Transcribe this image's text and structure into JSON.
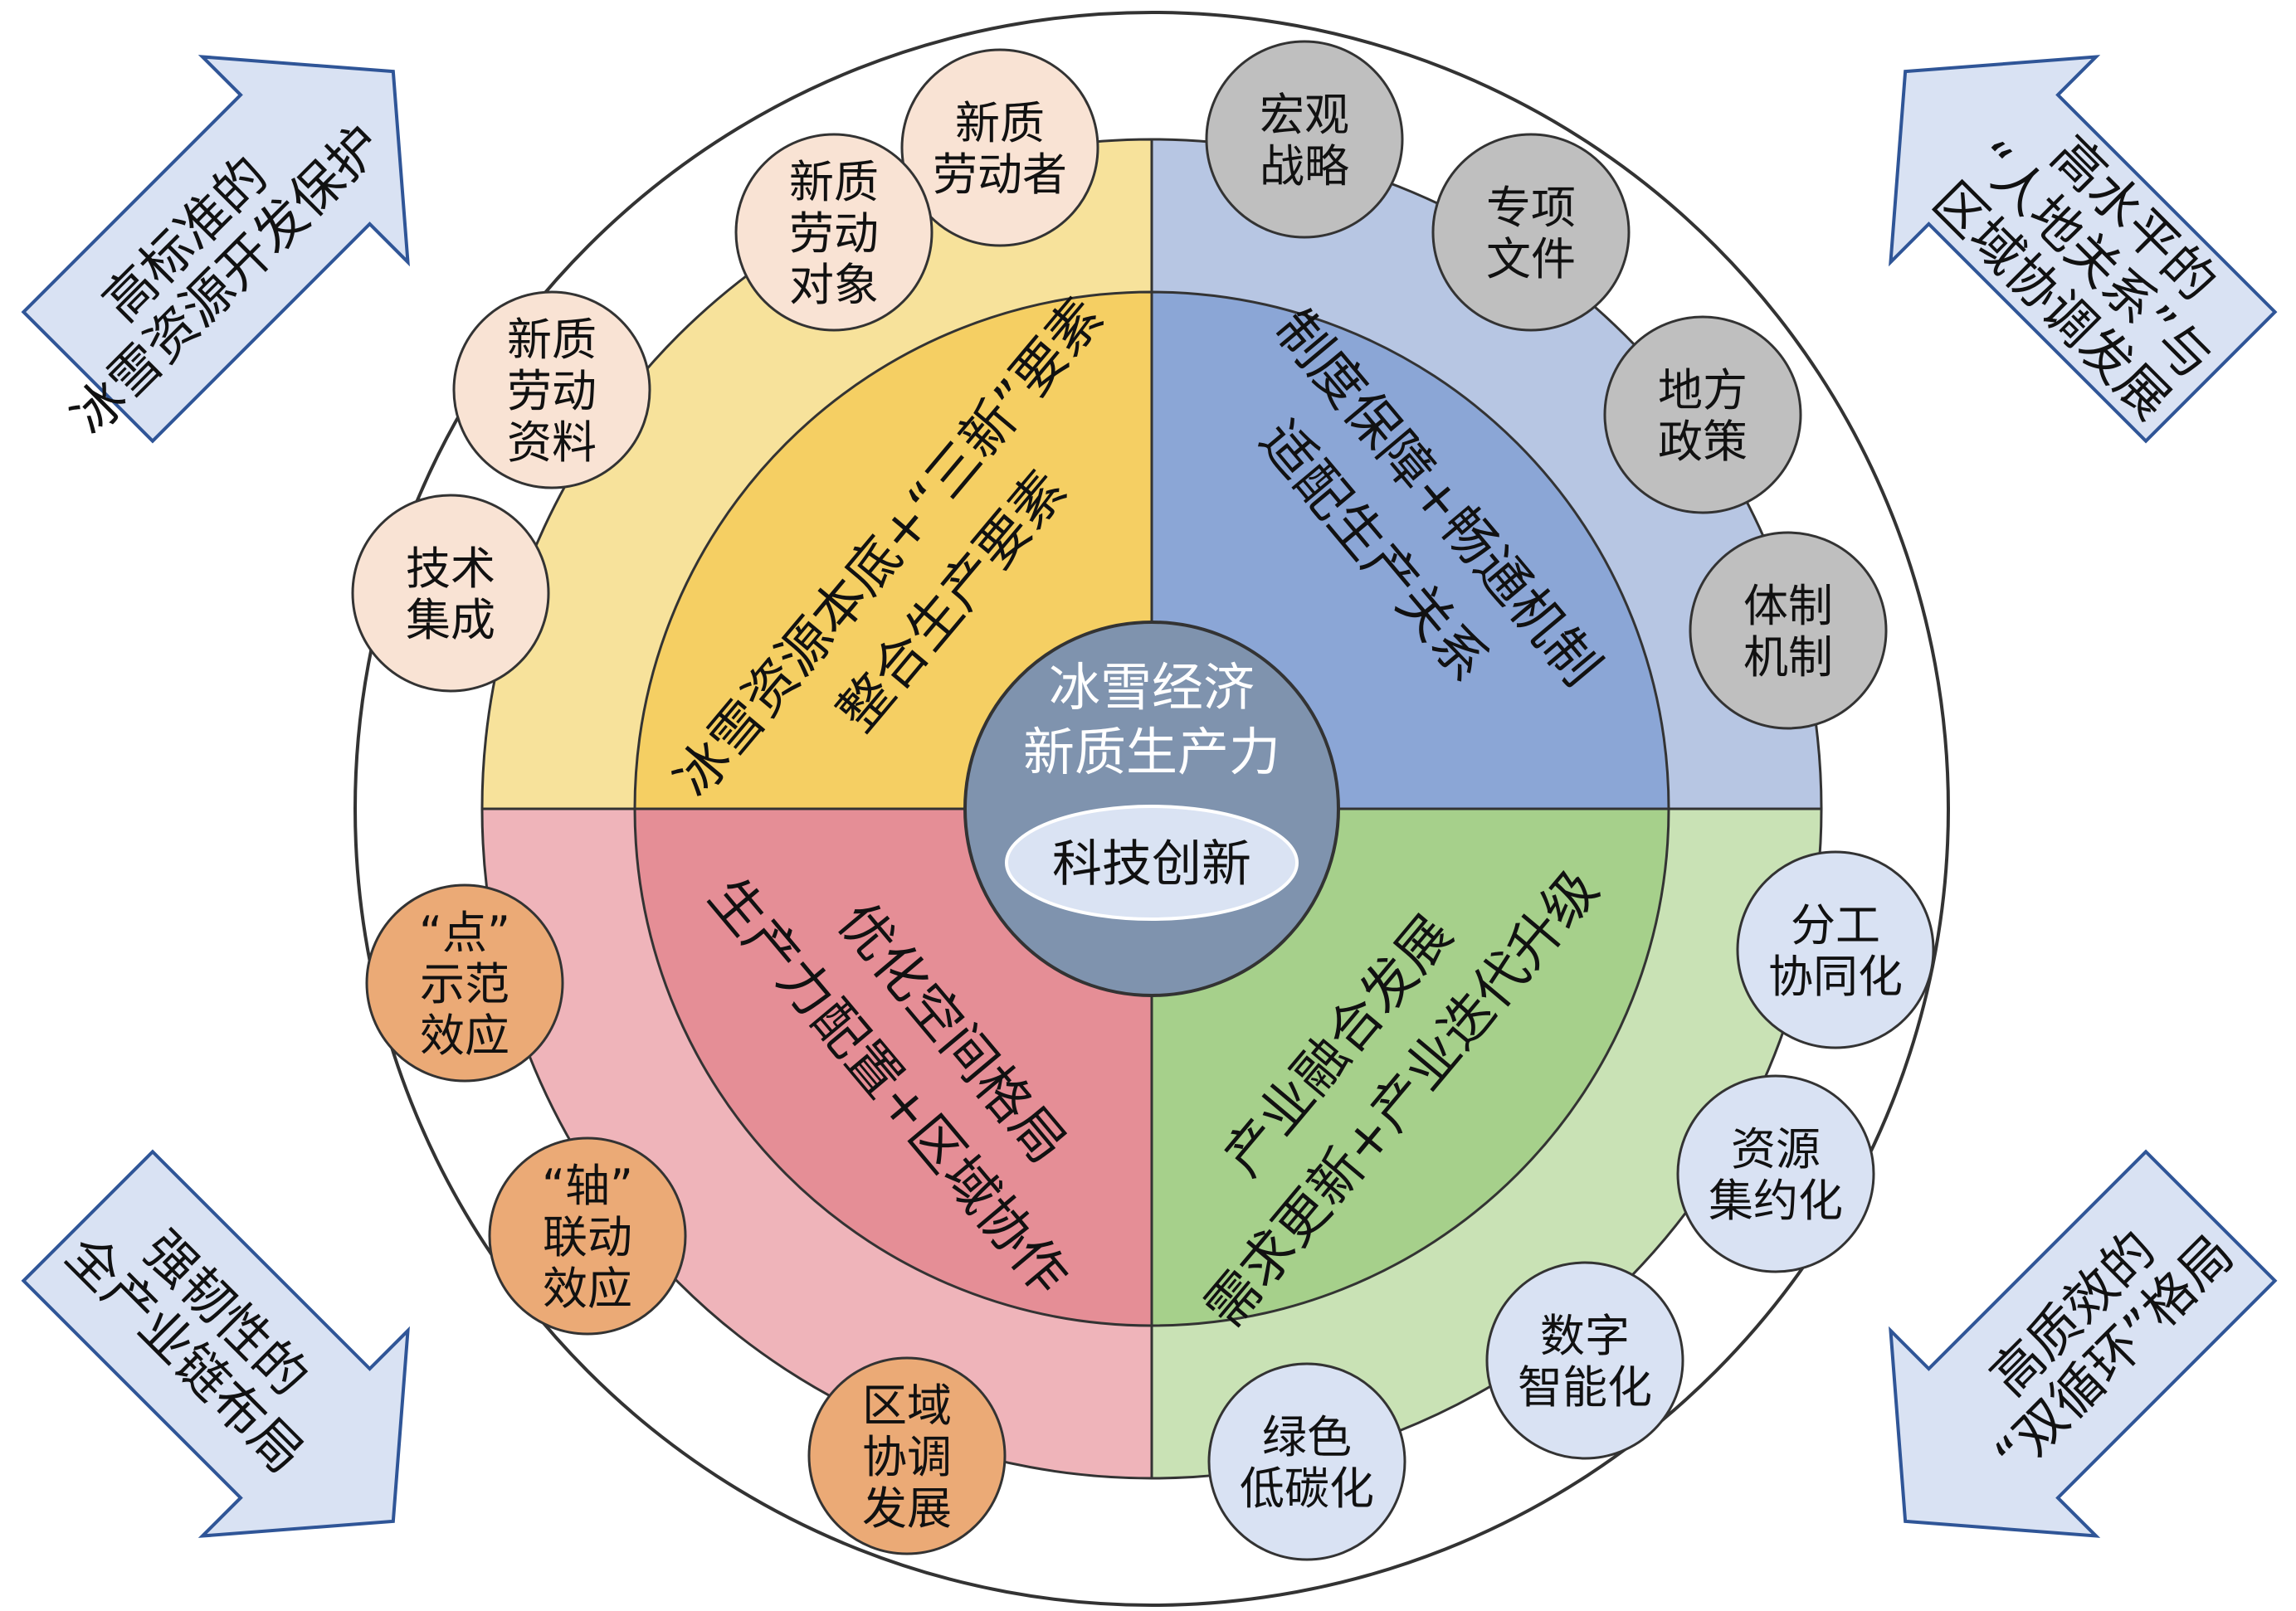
{
  "center": {
    "title_line1": "冰雪经济",
    "title_line2": "新质生产力",
    "core": "科技创新"
  },
  "quadrants": {
    "top_left": {
      "line1": "冰雪资源本底+“三新”要素",
      "line2": "整合生产要素",
      "inner_color": "#F5CF63",
      "outer_color": "#F7E29B"
    },
    "top_right": {
      "line1": "制度保障+畅通机制",
      "line2": "适配生产关系",
      "inner_color": "#8BA6D6",
      "outer_color": "#B7C6E3"
    },
    "bottom_left": {
      "line1": "优化空间格局",
      "line2": "生产力配置+区域协作",
      "inner_color": "#E58E96",
      "outer_color": "#EFB4BA"
    },
    "bottom_right": {
      "line1": "产业融合发展",
      "line2": "需求更新+产业迭代升级",
      "inner_color": "#A6D08B",
      "outer_color": "#C9E2B5"
    }
  },
  "bubbles": {
    "yellow": [
      {
        "lines": [
          "新质",
          "劳动者"
        ]
      },
      {
        "lines": [
          "新质",
          "劳动",
          "对象"
        ]
      },
      {
        "lines": [
          "新质",
          "劳动",
          "资料"
        ]
      },
      {
        "lines": [
          "技术",
          "集成"
        ]
      }
    ],
    "gray": [
      {
        "lines": [
          "宏观",
          "战略"
        ]
      },
      {
        "lines": [
          "专项",
          "文件"
        ]
      },
      {
        "lines": [
          "地方",
          "政策"
        ]
      },
      {
        "lines": [
          "体制",
          "机制"
        ]
      }
    ],
    "orange": [
      {
        "lines": [
          "“点”",
          "示范",
          "效应"
        ]
      },
      {
        "lines": [
          "“轴”",
          "联动",
          "效应"
        ]
      },
      {
        "lines": [
          "区域",
          "协调",
          "发展"
        ]
      }
    ],
    "blue": [
      {
        "lines": [
          "分工",
          "协同化"
        ]
      },
      {
        "lines": [
          "资源",
          "集约化"
        ]
      },
      {
        "lines": [
          "数字",
          "智能化"
        ]
      },
      {
        "lines": [
          "绿色",
          "低碳化"
        ]
      }
    ]
  },
  "bubble_colors": {
    "yellow": "#F9E3D4",
    "gray": "#BFBFBF",
    "orange": "#EBAA76",
    "blue": "#D9E2F3"
  },
  "arrows": {
    "top_left": {
      "lines": [
        "高标准的",
        "冰雪资源开发保护"
      ]
    },
    "top_right": {
      "lines": [
        "高水平的",
        "“人地关系”与",
        "区域协调发展"
      ]
    },
    "bottom_left": {
      "lines": [
        "强韧性的",
        "全产业链布局"
      ]
    },
    "bottom_right": {
      "lines": [
        "高质效的",
        "“双循环”格局"
      ]
    },
    "fill": "#D9E2F3",
    "stroke": "#2F5597"
  }
}
